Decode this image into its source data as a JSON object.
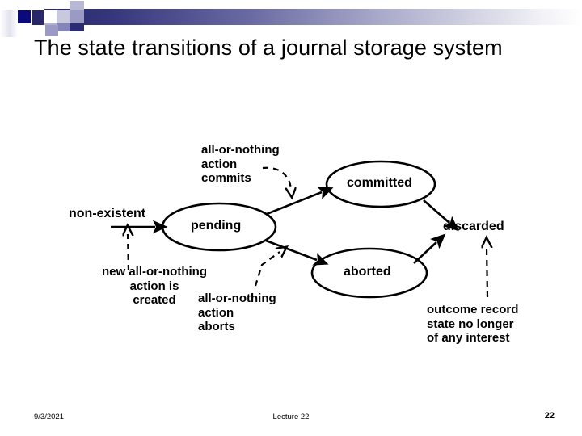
{
  "slide": {
    "title": "The state transitions of a journal storage system",
    "header_accent_dark": "#262668",
    "header_accent_mid": "#8c8cb8",
    "header_accent_light": "#d2d2e3"
  },
  "diagram": {
    "type": "state-transition-diagram",
    "states": [
      {
        "id": "pending",
        "label": "pending"
      },
      {
        "id": "committed",
        "label": "committed"
      },
      {
        "id": "aborted",
        "label": "aborted"
      }
    ],
    "terminals": [
      {
        "id": "non-existent",
        "label": "non-existent"
      },
      {
        "id": "discarded",
        "label": "discarded"
      }
    ],
    "annotations": [
      {
        "id": "commits",
        "text": "all-or-nothing\naction\ncommits"
      },
      {
        "id": "created",
        "text": "new all-or-nothing\naction is\ncreated"
      },
      {
        "id": "aborts",
        "text": "all-or-nothing\naction\naborts"
      },
      {
        "id": "outcome",
        "text": "outcome record\nstate no longer\nof any interest"
      }
    ],
    "transitions": [
      {
        "from": "non-existent",
        "to": "pending"
      },
      {
        "from": "pending",
        "to": "committed"
      },
      {
        "from": "pending",
        "to": "aborted"
      },
      {
        "from": "committed",
        "to": "discarded"
      },
      {
        "from": "aborted",
        "to": "discarded"
      }
    ]
  },
  "footer": {
    "date": "9/3/2021",
    "center": "Lecture 22",
    "page": "22"
  }
}
